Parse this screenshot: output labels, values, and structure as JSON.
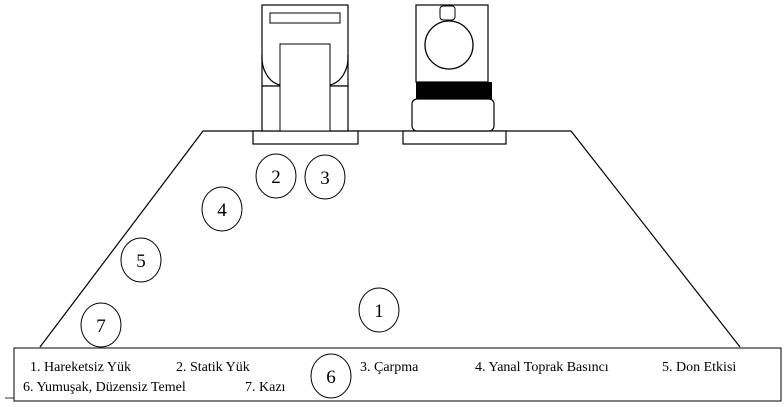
{
  "markers": [
    {
      "id": "1",
      "label": "1"
    },
    {
      "id": "2",
      "label": "2"
    },
    {
      "id": "3",
      "label": "3"
    },
    {
      "id": "4",
      "label": "4"
    },
    {
      "id": "5",
      "label": "5"
    },
    {
      "id": "6",
      "label": "6"
    },
    {
      "id": "7",
      "label": "7"
    }
  ],
  "legend": {
    "item1": "1. Hareketsiz Yük",
    "item2": "2. Statik Yük",
    "item3": "3. Çarpma",
    "item4": "4. Yanal Toprak Basıncı",
    "item5": "5. Don Etkisi",
    "item6": "6. Yumuşak, Düzensiz Temel",
    "item7": "7. Kazı"
  }
}
